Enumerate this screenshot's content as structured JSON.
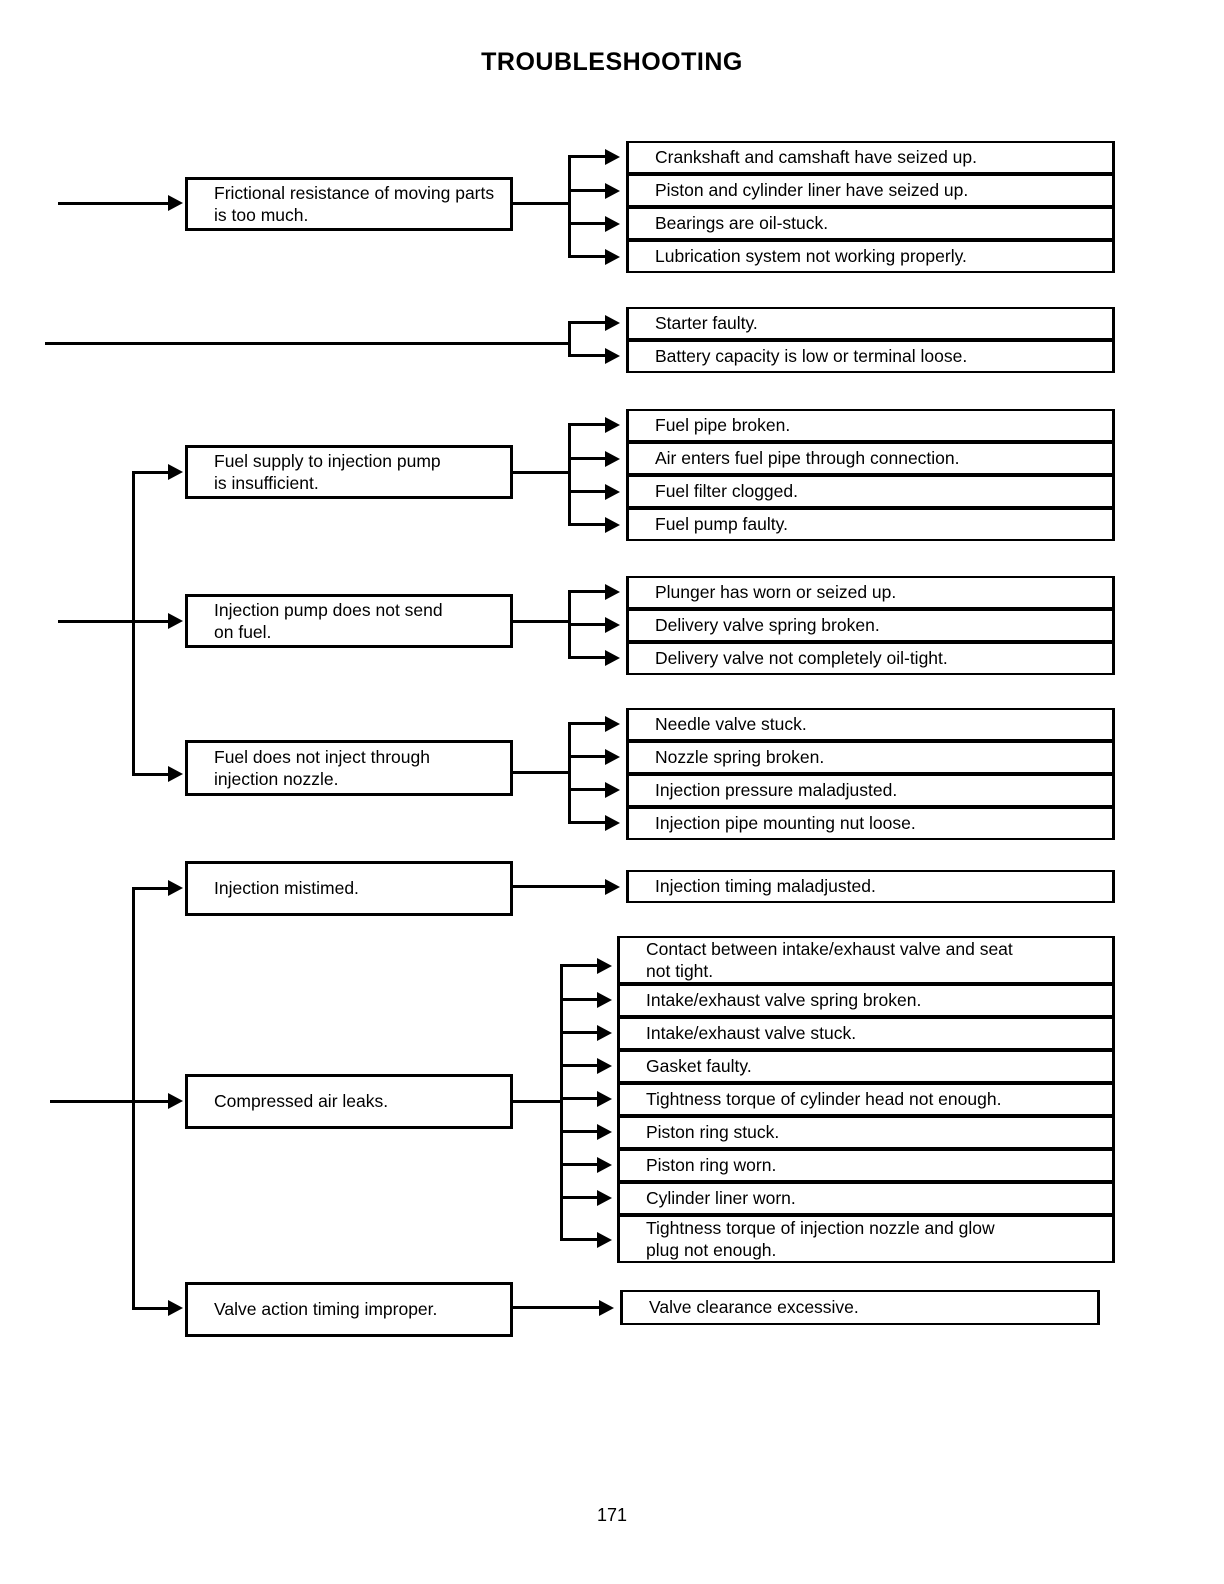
{
  "document": {
    "title": "TROUBLESHOOTING",
    "page_number": "171"
  },
  "diagram": {
    "type": "troubleshooting-flow-chart",
    "groups": [
      {
        "id": "frictional-resistance",
        "cause": "Frictional resistance of moving  parts\nis too much.",
        "has_cause_box": true,
        "effects": [
          "Crankshaft and camshaft have seized up.",
          "Piston and cylinder liner have seized up.",
          "Bearings are oil-stuck.",
          "Lubrication system not working properly."
        ]
      },
      {
        "id": "starter-battery",
        "cause": "",
        "has_cause_box": false,
        "effects": [
          "Starter faulty.",
          "Battery capacity is low or terminal loose."
        ]
      },
      {
        "id": "fuel-supply",
        "cause": "Fuel supply to injection pump\nis insufficient.",
        "has_cause_box": true,
        "effects": [
          "Fuel pipe broken.",
          "Air enters fuel pipe through connection.",
          "Fuel filter clogged.",
          "Fuel pump faulty."
        ]
      },
      {
        "id": "injection-pump",
        "cause": "Injection pump does not send\non fuel.",
        "has_cause_box": true,
        "effects": [
          "Plunger has worn or seized up.",
          "Delivery valve spring broken.",
          "Delivery valve not completely oil-tight."
        ]
      },
      {
        "id": "injection-nozzle",
        "cause": "Fuel does not inject through\ninjection nozzle.",
        "has_cause_box": true,
        "effects": [
          "Needle valve stuck.",
          "Nozzle spring broken.",
          "Injection pressure maladjusted.",
          "Injection pipe mounting nut loose."
        ]
      },
      {
        "id": "injection-mistimed",
        "cause": "Injection mistimed.",
        "has_cause_box": true,
        "effects": [
          "Injection timing maladjusted."
        ]
      },
      {
        "id": "compressed-air-leaks",
        "cause": "Compressed air leaks.",
        "has_cause_box": true,
        "effects": [
          "Contact between intake/exhaust valve and seat\nnot tight.",
          "Intake/exhaust valve spring broken.",
          "Intake/exhaust valve stuck.",
          "Gasket faulty.",
          "Tightness torque of cylinder head not enough.",
          "Piston ring stuck.",
          "Piston ring worn.",
          "Cylinder liner worn.",
          "Tightness torque of injection nozzle and glow\nplug not enough."
        ]
      },
      {
        "id": "valve-action-timing",
        "cause": "Valve action timing improper.",
        "has_cause_box": true,
        "effects": [
          "Valve clearance excessive."
        ]
      }
    ]
  }
}
